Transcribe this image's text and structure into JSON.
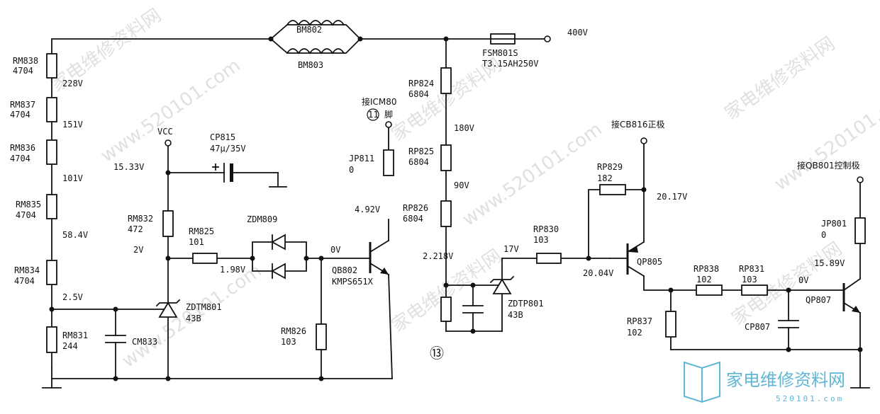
{
  "watermark": {
    "site_cn": "家电维修资料网",
    "site_url": "www.520101.com"
  },
  "logo": {
    "text": "家电维修资料网",
    "url": "520101.com",
    "color": "#5fb6d6"
  },
  "resistors": {
    "RM838": {
      "name": "RM838",
      "value": "4704"
    },
    "RM837": {
      "name": "RM837",
      "value": "4704"
    },
    "RM836": {
      "name": "RM836",
      "value": "4704"
    },
    "RM835": {
      "name": "RM835",
      "value": "4704"
    },
    "RM834": {
      "name": "RM834",
      "value": "4704"
    },
    "RM831": {
      "name": "RM831",
      "value": "244"
    },
    "RM832": {
      "name": "RM832",
      "value": "472"
    },
    "RM825": {
      "name": "RM825",
      "value": "101"
    },
    "RM826": {
      "name": "RM826",
      "value": "103"
    },
    "JP811": {
      "name": "JP811",
      "value": "0"
    },
    "RP824": {
      "name": "RP824",
      "value": "6804"
    },
    "RP825": {
      "name": "RP825",
      "value": "6804"
    },
    "RP826": {
      "name": "RP826",
      "value": "6804"
    },
    "RP829": {
      "name": "RP829",
      "value": "182"
    },
    "RP830": {
      "name": "RP830",
      "value": "103"
    },
    "RP837": {
      "name": "RP837",
      "value": "102"
    },
    "RP838": {
      "name": "RP838",
      "value": "102"
    },
    "RP831": {
      "name": "RP831",
      "value": "103"
    },
    "JP801": {
      "name": "JP801",
      "value": "0"
    }
  },
  "inductors": {
    "BM802": "BM802",
    "BM803": "BM803"
  },
  "fuse": {
    "name": "FSM801S",
    "rating": "T3.15AH250V"
  },
  "capacitors": {
    "CP815": {
      "name": "CP815",
      "value": "47μ/35V"
    },
    "CM833": {
      "name": "CM833"
    },
    "CP807": {
      "name": "CP807"
    }
  },
  "diodes": {
    "ZDTM801": {
      "name": "ZDTM801",
      "value": "43B"
    },
    "ZDM809": {
      "name": "ZDM809"
    },
    "ZDTP801": {
      "name": "ZDTP801",
      "value": "43B"
    }
  },
  "transistors": {
    "QB802": {
      "name": "QB802",
      "model": "KMPS651X"
    },
    "QP805": {
      "name": "QP805"
    },
    "QP807": {
      "name": "QP807"
    }
  },
  "voltages": {
    "v400": "400V",
    "v228": "228V",
    "v151": "151V",
    "v101": "101V",
    "v584": "58.4V",
    "v25": "2.5V",
    "v1533": "15.33V",
    "v2": "2V",
    "v198": "1.98V",
    "v0a": "0V",
    "v492": "4.92V",
    "v180": "180V",
    "v90": "90V",
    "v2218": "2.218V",
    "v17": "17V",
    "v2017": "20.17V",
    "v2004": "20.04V",
    "v1589": "15.89V",
    "v0b": "0V"
  },
  "notes": {
    "vcc": "VCC",
    "to_icm80_a": "接ICM80",
    "to_icm80_pin": "11",
    "to_icm80_b": "脚",
    "to_cb816": "接CB816正极",
    "to_qb801": "接QB801控制极",
    "circle13": "⑬"
  }
}
